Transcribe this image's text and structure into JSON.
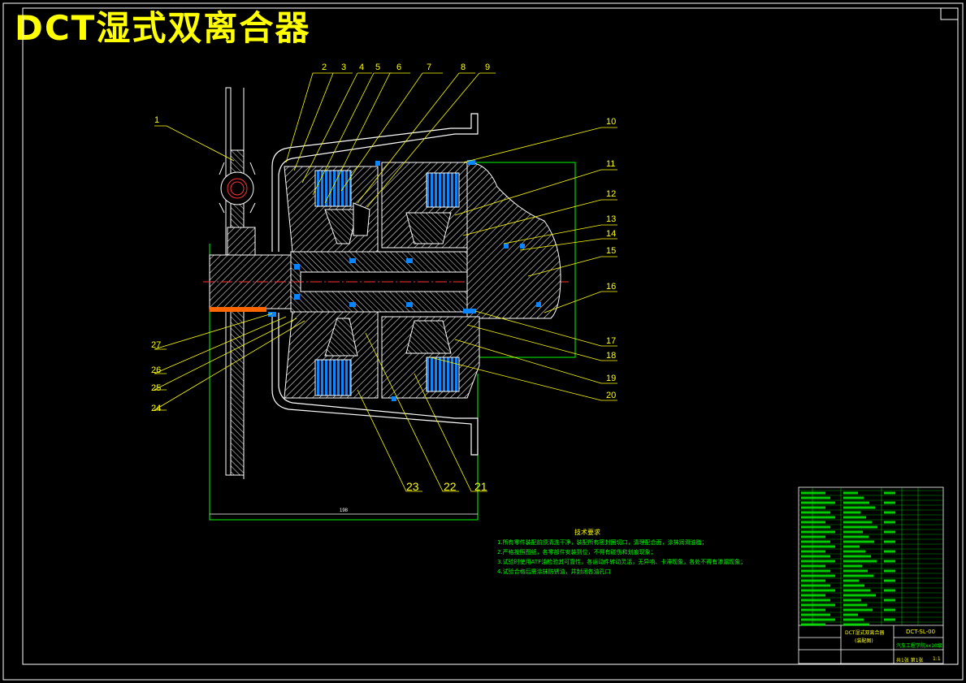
{
  "title": "DCT湿式双离合器",
  "callouts": [
    "1",
    "2",
    "3",
    "4",
    "5",
    "6",
    "7",
    "8",
    "9",
    "10",
    "11",
    "12",
    "13",
    "14",
    "15",
    "16",
    "17",
    "18",
    "19",
    "20",
    "21",
    "22",
    "23",
    "24",
    "25",
    "26",
    "27"
  ],
  "dimension_text": "198",
  "tech_notes": {
    "title": "技术要求",
    "lines": [
      "1.所有零件装配前须清洗干净，装配所有密封圈切口，清理配合面，涂抹润滑油脂；",
      "2.严格按照图纸，各零部件安装到位，不得有碰伤和划痕现象；",
      "3.试验时使用ATF油检验其可靠性，各运动件转动灵活，无异响、卡滞现象，各处不得有渗漏现象；",
      "4.试验合格后需涂抹防锈油，并封闭各油孔口"
    ]
  },
  "title_block": {
    "drawing_name": "DCT湿式双离合器",
    "drawing_name_sub": "(装配图)",
    "drawing_code": "DCT-SL-00",
    "school": "汽车工程学院xx10级",
    "scale": "1:1",
    "sheet": "共1张 第1张"
  },
  "colors": {
    "background": "#000000",
    "outline": "#ffffff",
    "title": "#ffff00",
    "leader": "#ffff00",
    "hatch": "#ffffff",
    "bearing": "#0a84ff",
    "frame": "#00ff00",
    "centerline": "#ff0000"
  }
}
